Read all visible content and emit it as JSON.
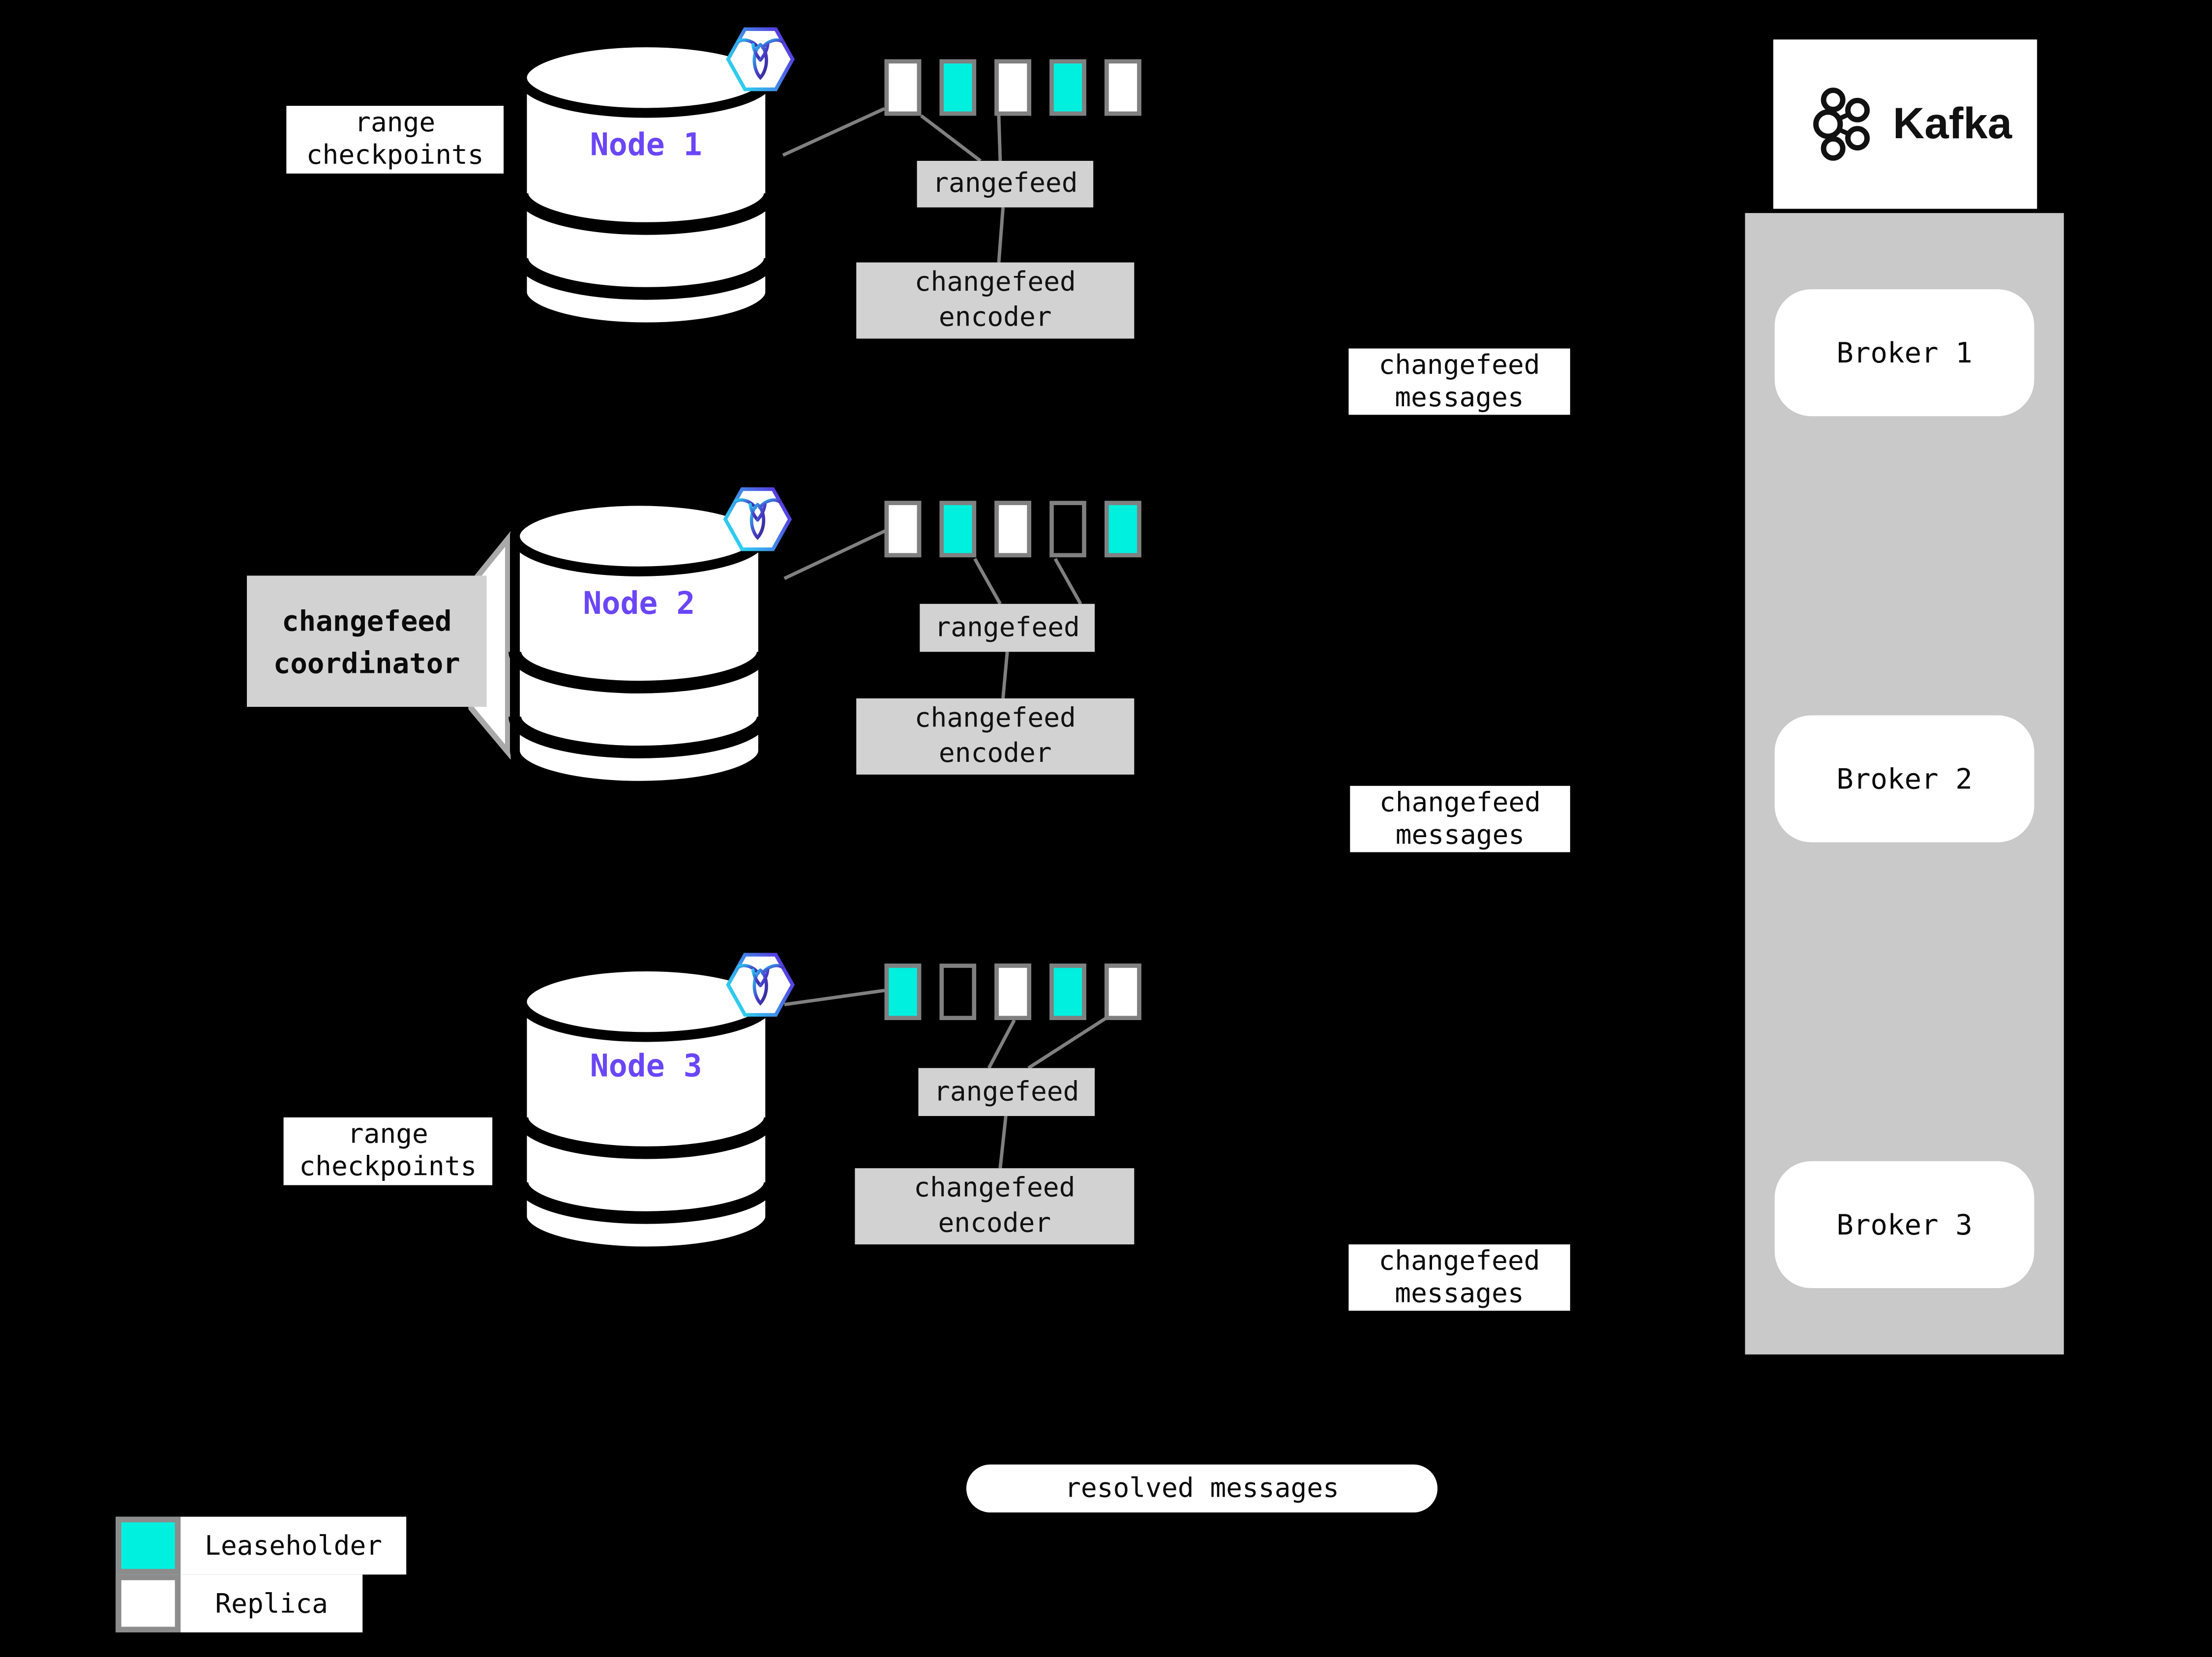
{
  "colors": {
    "background": "#000000",
    "leaseholder": "#00f0e0",
    "replica": "#ffffff",
    "replica_border": "#808080",
    "connector_line": "#808080",
    "gray_box": "#d2d2d2",
    "kafka_panel": "#c9c9c9",
    "node_label": "#6b46f7",
    "badge_gradient_start": "#29e0f0",
    "badge_gradient_end": "#5b2ee0"
  },
  "nodes": [
    {
      "name": "Node 1",
      "annotation": {
        "line1": "range",
        "line2": "checkpoints"
      },
      "replicas": [
        {
          "type": "replica"
        },
        {
          "type": "leaseholder"
        },
        {
          "type": "replica"
        },
        {
          "type": "leaseholder"
        },
        {
          "type": "replica"
        }
      ],
      "rangefeed": "rangefeed",
      "encoder": {
        "line1": "changefeed",
        "line2": "encoder"
      },
      "messages": {
        "line1": "changefeed",
        "line2": "messages"
      }
    },
    {
      "name": "Node 2",
      "annotation": {
        "line1": "changefeed",
        "line2": "coordinator"
      },
      "replicas": [
        {
          "type": "replica"
        },
        {
          "type": "leaseholder"
        },
        {
          "type": "replica"
        },
        {
          "type": "empty"
        },
        {
          "type": "leaseholder"
        }
      ],
      "rangefeed": "rangefeed",
      "encoder": {
        "line1": "changefeed",
        "line2": "encoder"
      },
      "messages": {
        "line1": "changefeed",
        "line2": "messages"
      }
    },
    {
      "name": "Node 3",
      "annotation": {
        "line1": "range",
        "line2": "checkpoints"
      },
      "replicas": [
        {
          "type": "leaseholder"
        },
        {
          "type": "empty"
        },
        {
          "type": "replica"
        },
        {
          "type": "leaseholder"
        },
        {
          "type": "replica"
        }
      ],
      "rangefeed": "rangefeed",
      "encoder": {
        "line1": "changefeed",
        "line2": "encoder"
      },
      "messages": {
        "line1": "changefeed",
        "line2": "messages"
      }
    }
  ],
  "kafka": {
    "wordmark": "Kafka",
    "brokers": [
      "Broker 1",
      "Broker 2",
      "Broker 3"
    ]
  },
  "resolved_label": "resolved messages",
  "legend": {
    "leaseholder": "Leaseholder",
    "replica": "Replica"
  }
}
